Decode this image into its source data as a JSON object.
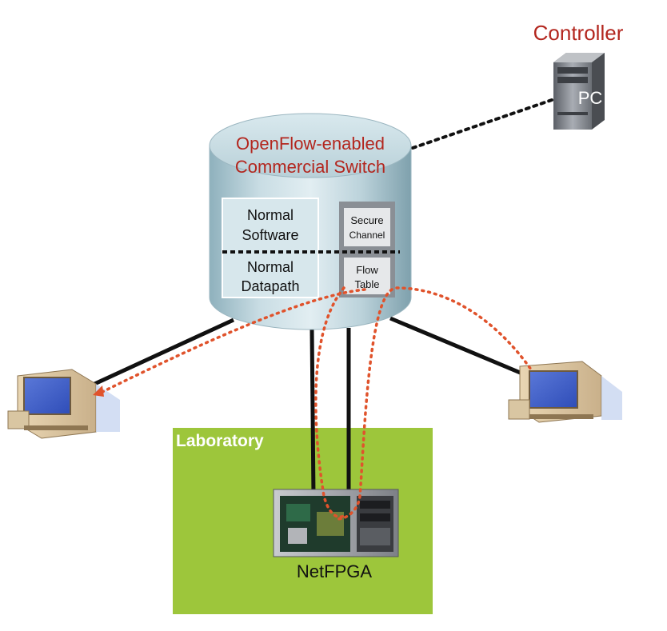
{
  "diagram": {
    "controller_label": "Controller",
    "pc_label": "PC",
    "switch_title_line1": "OpenFlow-enabled",
    "switch_title_line2": "Commercial Switch",
    "normal_software_line1": "Normal",
    "normal_software_line2": "Software",
    "normal_datapath_line1": "Normal",
    "normal_datapath_line2": "Datapath",
    "secure_channel_line1": "Secure",
    "secure_channel_line2": "Channel",
    "flow_table_line1": "Flow",
    "flow_table_line2": "Table",
    "laboratory_label": "Laboratory",
    "netfpga_label": "NetFPGA"
  },
  "colors": {
    "title_red": "#b3261e",
    "lab_green": "#9dc63b",
    "dotted_path_orange": "#e0532c",
    "switch_body": "#cfe3ea"
  },
  "icons": {
    "controller": "server-tower-icon",
    "host_left": "desktop-computer-icon",
    "host_right": "desktop-computer-icon",
    "netfpga": "netfpga-board-icon"
  }
}
